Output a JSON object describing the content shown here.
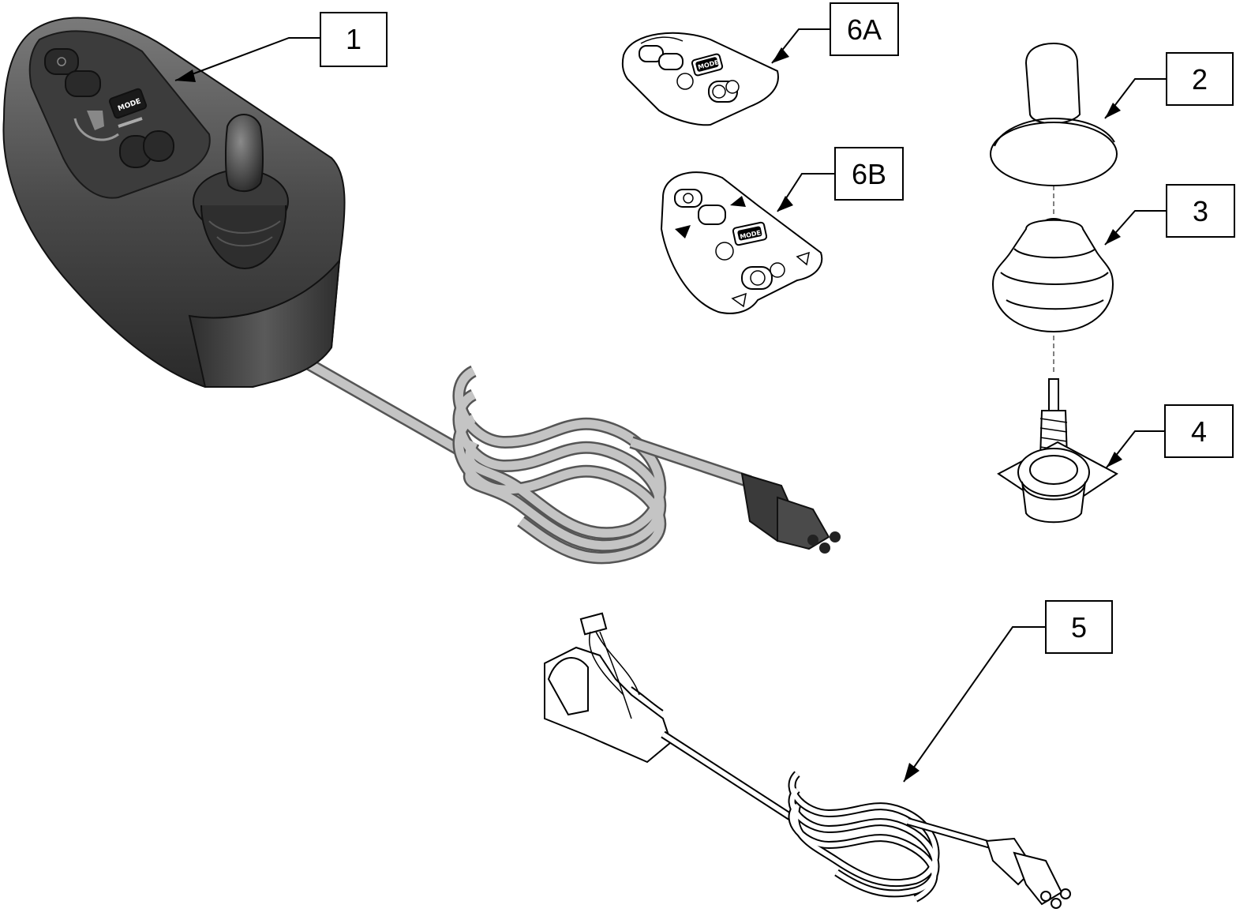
{
  "callouts": {
    "part_1": "1",
    "part_2": "2",
    "part_3": "3",
    "part_4": "4",
    "part_5": "5",
    "part_6a": "6A",
    "part_6b": "6B"
  },
  "keypad_labels": {
    "mode_button": "MODE"
  },
  "colors": {
    "housing_dark": "#3a3a3a",
    "housing_mid": "#5c5c5c",
    "cable_gray": "#b8b8b8",
    "line_art": "#000000",
    "callout_box_fill": "#ffffff"
  },
  "icons": [
    "power-icon",
    "horn-icon",
    "wheelchair-seat-icon",
    "speed-arrow-icon",
    "hazard-triangle-icon",
    "light-icon"
  ]
}
